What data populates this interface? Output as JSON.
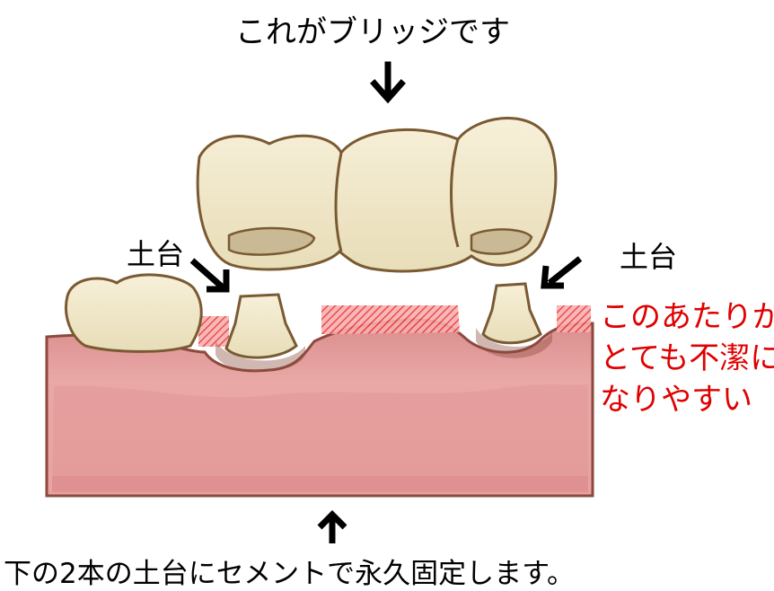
{
  "labels": {
    "title": "これがブリッジです",
    "abutment_left": "土台",
    "abutment_right": "土台",
    "bottom": "下の2本の土台にセメントで永久固定します。",
    "warning_lines": [
      "このあたりが",
      "とても不潔に",
      "なりやすい"
    ]
  },
  "colors": {
    "gum": "#e6a2a0",
    "gum_outline": "#8b4a3c",
    "tooth": "#f4ebce",
    "tooth_outline": "#7a5a32",
    "warning": "#e00000",
    "hatch": "#e83a3a"
  },
  "icons": [
    "arrow-down-icon",
    "arrow-up-icon",
    "arrow-pointer-icon"
  ]
}
